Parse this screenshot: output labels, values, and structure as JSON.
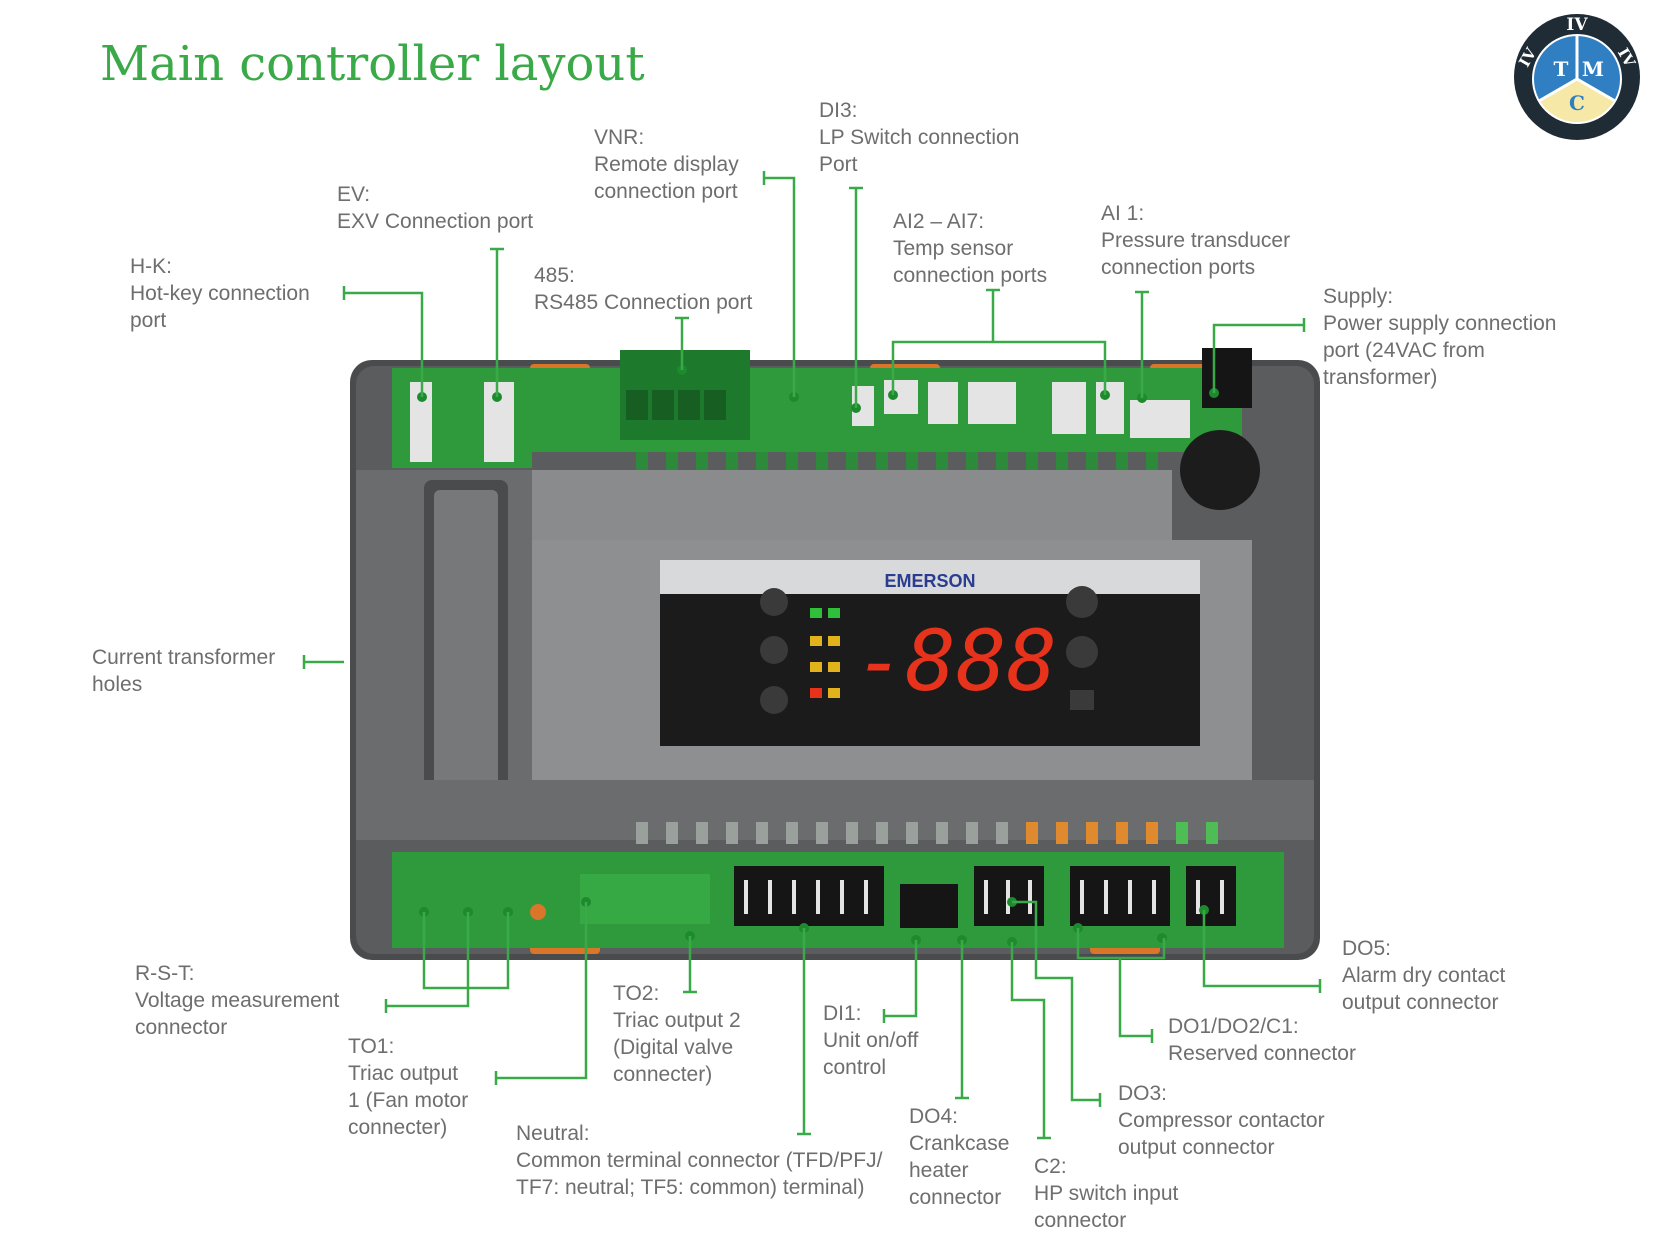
{
  "title": "Main controller layout",
  "logo": {
    "top": "IV",
    "left": "IV",
    "right": "IV",
    "t": "T",
    "m": "M",
    "c": "C"
  },
  "device": {
    "brand": "EMERSON",
    "display": "-888"
  },
  "callouts": [
    {
      "id": "hk",
      "heading": "H-K:",
      "lines": [
        "Hot-key connection",
        "port"
      ]
    },
    {
      "id": "ev",
      "heading": "EV:",
      "lines": [
        "EXV Connection port"
      ]
    },
    {
      "id": "485",
      "heading": "485:",
      "lines": [
        "RS485 Connection port"
      ]
    },
    {
      "id": "vnr",
      "heading": "VNR:",
      "lines": [
        "Remote display",
        "connection port"
      ]
    },
    {
      "id": "di3",
      "heading": "DI3:",
      "lines": [
        "LP Switch connection",
        "Port"
      ]
    },
    {
      "id": "ai27",
      "heading": "AI2 – AI7:",
      "lines": [
        "Temp sensor",
        "connection ports"
      ]
    },
    {
      "id": "ai1",
      "heading": "AI 1:",
      "lines": [
        "Pressure transducer",
        "connection ports"
      ]
    },
    {
      "id": "supply",
      "heading": "Supply:",
      "lines": [
        "Power supply connection",
        "port (24VAC from",
        "transformer)"
      ]
    },
    {
      "id": "ct",
      "heading": "",
      "lines": [
        "Current transformer",
        "holes"
      ]
    },
    {
      "id": "rst",
      "heading": "R-S-T:",
      "lines": [
        "Voltage measurement",
        "connector"
      ]
    },
    {
      "id": "to1",
      "heading": "TO1:",
      "lines": [
        "Triac output",
        "1 (Fan motor",
        "connecter)"
      ]
    },
    {
      "id": "to2",
      "heading": "TO2:",
      "lines": [
        "Triac output 2",
        "(Digital valve",
        "connecter)"
      ]
    },
    {
      "id": "neutral",
      "heading": "Neutral:",
      "lines": [
        "Common terminal connector (TFD/PFJ/",
        "TF7: neutral; TF5: common) terminal)"
      ]
    },
    {
      "id": "di1",
      "heading": "DI1:",
      "lines": [
        "Unit on/off",
        "control"
      ]
    },
    {
      "id": "do4",
      "heading": "DO4:",
      "lines": [
        "Crankcase",
        "heater",
        "connector"
      ]
    },
    {
      "id": "c2",
      "heading": "C2:",
      "lines": [
        "HP switch input",
        "connector"
      ]
    },
    {
      "id": "do3",
      "heading": "DO3:",
      "lines": [
        "Compressor contactor",
        "output connector"
      ]
    },
    {
      "id": "do12",
      "heading": "DO1/DO2/C1:",
      "lines": [
        "Reserved connector"
      ]
    },
    {
      "id": "do5",
      "heading": "DO5:",
      "lines": [
        "Alarm dry contact",
        "output connector"
      ]
    }
  ]
}
